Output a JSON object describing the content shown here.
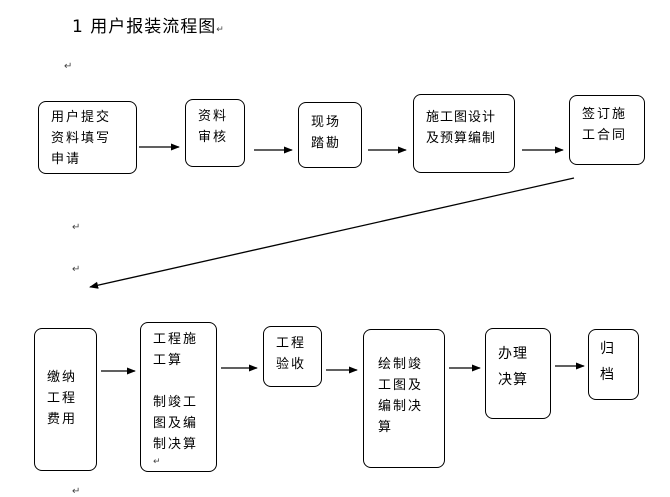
{
  "title": "1 用户报装流程图",
  "para_mark": "↵",
  "row1": [
    {
      "id": "apply",
      "text": "用户提交\n资料填写\n申请"
    },
    {
      "id": "review",
      "text": "资料\n审核"
    },
    {
      "id": "survey",
      "text": "现场\n踏勘"
    },
    {
      "id": "design",
      "text": "施工图设计\n及预算编制"
    },
    {
      "id": "contract",
      "text": "签订施\n工合同"
    }
  ],
  "row2": [
    {
      "id": "payment",
      "text": "缴纳\n工程\n费用"
    },
    {
      "id": "construction",
      "text": "工程施\n工算\n\n制竣工\n图及编\n制决算"
    },
    {
      "id": "acceptance",
      "text": "工程\n验收"
    },
    {
      "id": "as-built",
      "text": "绘制竣\n工图及\n编制决\n算"
    },
    {
      "id": "settlement",
      "text": "办理\n决算"
    },
    {
      "id": "archive",
      "text": "归\n档"
    }
  ]
}
